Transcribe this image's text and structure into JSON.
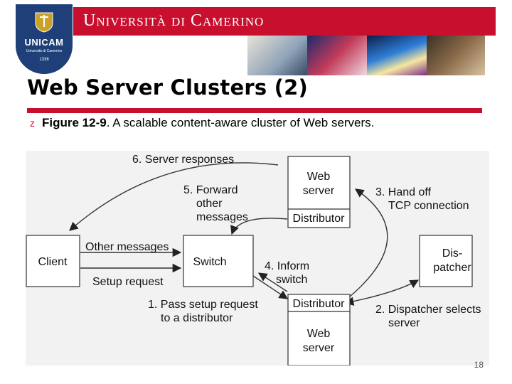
{
  "header": {
    "logo": {
      "name": "UNICAM",
      "subtitle": "Università di Camerino",
      "year": "1336"
    },
    "banner_title": "Università di Camerino",
    "colors": {
      "banner": "#c8102e",
      "logo_bg": "#1f3f78"
    }
  },
  "slide": {
    "title": "Web Server Clusters (2)",
    "bullet_icon": "z",
    "figure_label": "Figure 12-9",
    "caption": ". A scalable content-aware cluster of Web servers.",
    "page_number": "18"
  },
  "diagram": {
    "nodes": {
      "client": "Client",
      "switch": "Switch",
      "dispatcher": [
        "Dis-",
        "patcher"
      ],
      "top_server": [
        "Web",
        "server"
      ],
      "top_distributor": "Distributor",
      "bottom_distributor": "Distributor",
      "bottom_server": [
        "Web",
        "server"
      ]
    },
    "labels": {
      "server_responses": "6. Server responses",
      "forward": [
        "5. Forward",
        "other",
        "messages"
      ],
      "other_messages": "Other messages",
      "setup_request": "Setup request",
      "hand_off": [
        "3. Hand off",
        "TCP connection"
      ],
      "inform": [
        "4. Inform",
        "switch"
      ],
      "pass_setup": [
        "1. Pass setup request",
        "to a distributor"
      ],
      "dispatcher_selects": [
        "2. Dispatcher selects",
        "server"
      ]
    }
  }
}
